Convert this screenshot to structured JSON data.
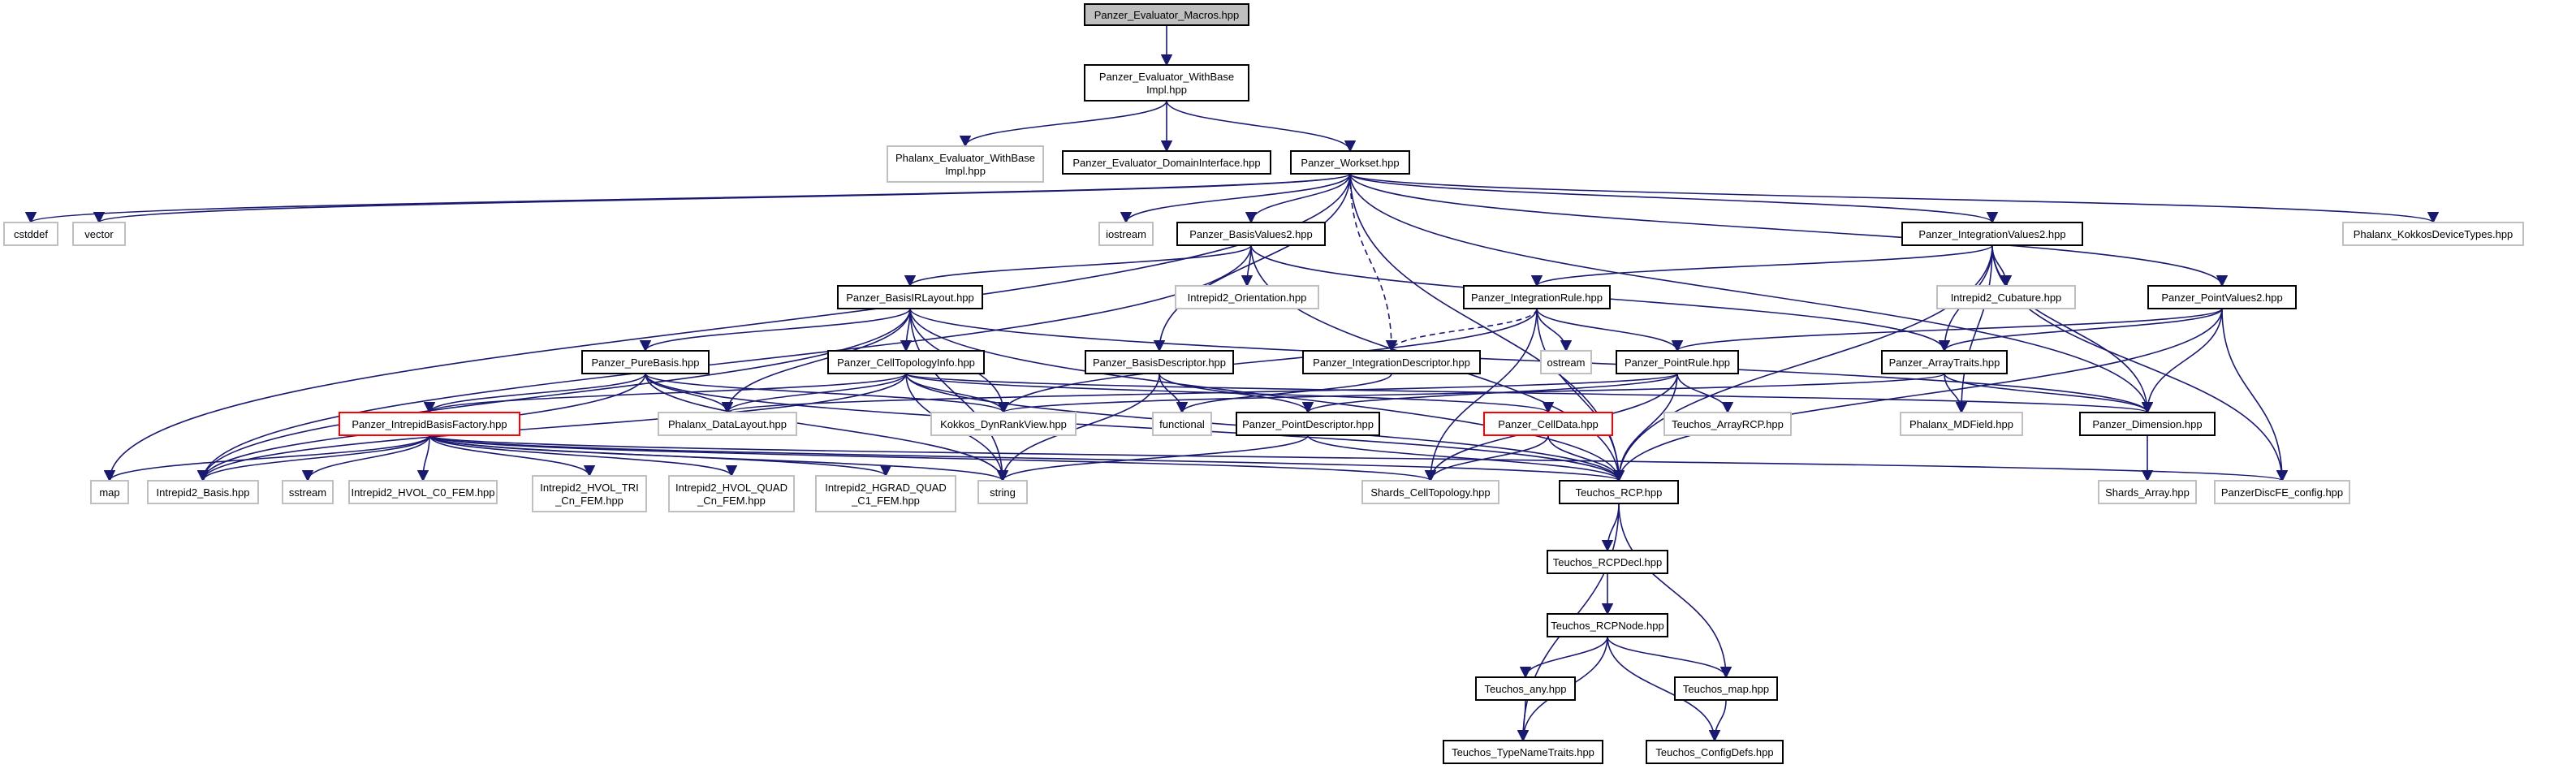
{
  "nodes": [
    {
      "id": "n0",
      "lines": [
        "Panzer_Evaluator_Macros.hpp"
      ],
      "kind": "root"
    },
    {
      "id": "n1",
      "lines": [
        "Panzer_Evaluator_WithBase",
        "Impl.hpp"
      ],
      "kind": "normal"
    },
    {
      "id": "n2",
      "lines": [
        "Phalanx_Evaluator_WithBase",
        "Impl.hpp"
      ],
      "kind": "external"
    },
    {
      "id": "n3",
      "lines": [
        "Panzer_Evaluator_DomainInterface.hpp"
      ],
      "kind": "normal"
    },
    {
      "id": "n4",
      "lines": [
        "Panzer_Workset.hpp"
      ],
      "kind": "normal"
    },
    {
      "id": "n5",
      "lines": [
        "cstddef"
      ],
      "kind": "external"
    },
    {
      "id": "n6",
      "lines": [
        "vector"
      ],
      "kind": "external"
    },
    {
      "id": "n7",
      "lines": [
        "iostream"
      ],
      "kind": "external"
    },
    {
      "id": "n8",
      "lines": [
        "Panzer_BasisValues2.hpp"
      ],
      "kind": "normal"
    },
    {
      "id": "n9",
      "lines": [
        "Panzer_IntegrationValues2.hpp"
      ],
      "kind": "normal"
    },
    {
      "id": "n10",
      "lines": [
        "Phalanx_KokkosDeviceTypes.hpp"
      ],
      "kind": "external"
    },
    {
      "id": "n11",
      "lines": [
        "Intrepid2_Orientation.hpp"
      ],
      "kind": "external"
    },
    {
      "id": "n12",
      "lines": [
        "Intrepid2_Cubature.hpp"
      ],
      "kind": "external"
    },
    {
      "id": "n13",
      "lines": [
        "Panzer_BasisIRLayout.hpp"
      ],
      "kind": "normal"
    },
    {
      "id": "n14",
      "lines": [
        "Panzer_IntegrationRule.hpp"
      ],
      "kind": "normal"
    },
    {
      "id": "n15",
      "lines": [
        "Panzer_PointValues2.hpp"
      ],
      "kind": "normal"
    },
    {
      "id": "n16",
      "lines": [
        "ostream"
      ],
      "kind": "external"
    },
    {
      "id": "n17",
      "lines": [
        "Panzer_PureBasis.hpp"
      ],
      "kind": "normal"
    },
    {
      "id": "n18",
      "lines": [
        "Panzer_CellTopologyInfo.hpp"
      ],
      "kind": "normal"
    },
    {
      "id": "n19",
      "lines": [
        "Panzer_BasisDescriptor.hpp"
      ],
      "kind": "normal"
    },
    {
      "id": "n20",
      "lines": [
        "Panzer_IntegrationDescriptor.hpp"
      ],
      "kind": "normal"
    },
    {
      "id": "n21",
      "lines": [
        "Panzer_PointRule.hpp"
      ],
      "kind": "normal"
    },
    {
      "id": "n22",
      "lines": [
        "Panzer_ArrayTraits.hpp"
      ],
      "kind": "normal"
    },
    {
      "id": "n23",
      "lines": [
        "Panzer_IntrepidBasisFactory.hpp"
      ],
      "kind": "truncated"
    },
    {
      "id": "n24",
      "lines": [
        "Phalanx_DataLayout.hpp"
      ],
      "kind": "external"
    },
    {
      "id": "n25",
      "lines": [
        "Kokkos_DynRankView.hpp"
      ],
      "kind": "external"
    },
    {
      "id": "n26",
      "lines": [
        "functional"
      ],
      "kind": "external"
    },
    {
      "id": "n27",
      "lines": [
        "Panzer_PointDescriptor.hpp"
      ],
      "kind": "normal"
    },
    {
      "id": "n28",
      "lines": [
        "Panzer_CellData.hpp"
      ],
      "kind": "truncated"
    },
    {
      "id": "n29",
      "lines": [
        "Teuchos_ArrayRCP.hpp"
      ],
      "kind": "external"
    },
    {
      "id": "n30",
      "lines": [
        "Phalanx_MDField.hpp"
      ],
      "kind": "external"
    },
    {
      "id": "n31",
      "lines": [
        "Panzer_Dimension.hpp"
      ],
      "kind": "normal"
    },
    {
      "id": "n32",
      "lines": [
        "map"
      ],
      "kind": "external"
    },
    {
      "id": "n33",
      "lines": [
        "Intrepid2_Basis.hpp"
      ],
      "kind": "external"
    },
    {
      "id": "n34",
      "lines": [
        "sstream"
      ],
      "kind": "external"
    },
    {
      "id": "n35",
      "lines": [
        "Intrepid2_HVOL_C0_FEM.hpp"
      ],
      "kind": "external"
    },
    {
      "id": "n36",
      "lines": [
        "Intrepid2_HVOL_TRI",
        "_Cn_FEM.hpp"
      ],
      "kind": "external"
    },
    {
      "id": "n37",
      "lines": [
        "Intrepid2_HVOL_QUAD",
        "_Cn_FEM.hpp"
      ],
      "kind": "external"
    },
    {
      "id": "n38",
      "lines": [
        "Intrepid2_HGRAD_QUAD",
        "_C1_FEM.hpp"
      ],
      "kind": "external"
    },
    {
      "id": "n39",
      "lines": [
        "string"
      ],
      "kind": "external"
    },
    {
      "id": "n40",
      "lines": [
        "Shards_CellTopology.hpp"
      ],
      "kind": "external"
    },
    {
      "id": "n41",
      "lines": [
        "Teuchos_RCP.hpp"
      ],
      "kind": "normal"
    },
    {
      "id": "n42",
      "lines": [
        "Shards_Array.hpp"
      ],
      "kind": "external"
    },
    {
      "id": "n43",
      "lines": [
        "PanzerDiscFE_config.hpp"
      ],
      "kind": "external"
    },
    {
      "id": "n44",
      "lines": [
        "Teuchos_RCPDecl.hpp"
      ],
      "kind": "normal"
    },
    {
      "id": "n45",
      "lines": [
        "Teuchos_RCPNode.hpp"
      ],
      "kind": "normal"
    },
    {
      "id": "n46",
      "lines": [
        "Teuchos_any.hpp"
      ],
      "kind": "normal"
    },
    {
      "id": "n47",
      "lines": [
        "Teuchos_map.hpp"
      ],
      "kind": "normal"
    },
    {
      "id": "n48",
      "lines": [
        "Teuchos_TypeNameTraits.hpp"
      ],
      "kind": "normal"
    },
    {
      "id": "n49",
      "lines": [
        "Teuchos_ConfigDefs.hpp"
      ],
      "kind": "normal"
    }
  ],
  "edges": [
    [
      "n0",
      "n1",
      0
    ],
    [
      "n1",
      "n2",
      0
    ],
    [
      "n1",
      "n3",
      0
    ],
    [
      "n1",
      "n4",
      0
    ],
    [
      "n4",
      "n5",
      0
    ],
    [
      "n4",
      "n6",
      0
    ],
    [
      "n4",
      "n7",
      0
    ],
    [
      "n4",
      "n8",
      0
    ],
    [
      "n4",
      "n9",
      0
    ],
    [
      "n4",
      "n10",
      0
    ],
    [
      "n4",
      "n32",
      0
    ],
    [
      "n4",
      "n19",
      0
    ],
    [
      "n4",
      "n20",
      1
    ],
    [
      "n4",
      "n15",
      0
    ],
    [
      "n4",
      "n31",
      0
    ],
    [
      "n4",
      "n41",
      0
    ],
    [
      "n8",
      "n11",
      0
    ],
    [
      "n8",
      "n13",
      0
    ],
    [
      "n8",
      "n33",
      0
    ],
    [
      "n8",
      "n22",
      0
    ],
    [
      "n8",
      "n41",
      0
    ],
    [
      "n9",
      "n12",
      0
    ],
    [
      "n9",
      "n14",
      0
    ],
    [
      "n9",
      "n22",
      0
    ],
    [
      "n9",
      "n31",
      0
    ],
    [
      "n9",
      "n30",
      0
    ],
    [
      "n9",
      "n43",
      0
    ],
    [
      "n9",
      "n41",
      0
    ],
    [
      "n13",
      "n17",
      0
    ],
    [
      "n13",
      "n18",
      0
    ],
    [
      "n13",
      "n24",
      0
    ],
    [
      "n13",
      "n25",
      0
    ],
    [
      "n13",
      "n31",
      0
    ],
    [
      "n13",
      "n33",
      0
    ],
    [
      "n13",
      "n39",
      0
    ],
    [
      "n13",
      "n41",
      0
    ],
    [
      "n14",
      "n16",
      0
    ],
    [
      "n14",
      "n20",
      1
    ],
    [
      "n14",
      "n21",
      0
    ],
    [
      "n14",
      "n25",
      0
    ],
    [
      "n14",
      "n40",
      0
    ],
    [
      "n14",
      "n41",
      0
    ],
    [
      "n15",
      "n21",
      0
    ],
    [
      "n15",
      "n22",
      0
    ],
    [
      "n15",
      "n31",
      0
    ],
    [
      "n15",
      "n43",
      0
    ],
    [
      "n15",
      "n41",
      0
    ],
    [
      "n17",
      "n23",
      0
    ],
    [
      "n17",
      "n24",
      0
    ],
    [
      "n17",
      "n25",
      0
    ],
    [
      "n17",
      "n33",
      0
    ],
    [
      "n17",
      "n39",
      0
    ],
    [
      "n17",
      "n41",
      0
    ],
    [
      "n18",
      "n23",
      0
    ],
    [
      "n18",
      "n24",
      0
    ],
    [
      "n18",
      "n25",
      0
    ],
    [
      "n18",
      "n28",
      0
    ],
    [
      "n18",
      "n31",
      0
    ],
    [
      "n18",
      "n39",
      0
    ],
    [
      "n18",
      "n41",
      0
    ],
    [
      "n18",
      "n33",
      0
    ],
    [
      "n19",
      "n26",
      0
    ],
    [
      "n19",
      "n27",
      0
    ],
    [
      "n19",
      "n39",
      0
    ],
    [
      "n20",
      "n26",
      0
    ],
    [
      "n21",
      "n27",
      0
    ],
    [
      "n21",
      "n29",
      0
    ],
    [
      "n21",
      "n40",
      0
    ],
    [
      "n21",
      "n41",
      0
    ],
    [
      "n21",
      "n24",
      0
    ],
    [
      "n22",
      "n30",
      0
    ],
    [
      "n22",
      "n31",
      0
    ],
    [
      "n22",
      "n25",
      0
    ],
    [
      "n23",
      "n32",
      0
    ],
    [
      "n23",
      "n33",
      0
    ],
    [
      "n23",
      "n34",
      0
    ],
    [
      "n23",
      "n35",
      0
    ],
    [
      "n23",
      "n36",
      0
    ],
    [
      "n23",
      "n37",
      0
    ],
    [
      "n23",
      "n38",
      0
    ],
    [
      "n23",
      "n39",
      0
    ],
    [
      "n23",
      "n40",
      0
    ],
    [
      "n23",
      "n41",
      0
    ],
    [
      "n23",
      "n43",
      0
    ],
    [
      "n27",
      "n39",
      0
    ],
    [
      "n27",
      "n41",
      0
    ],
    [
      "n28",
      "n40",
      0
    ],
    [
      "n28",
      "n41",
      0
    ],
    [
      "n31",
      "n42",
      0
    ],
    [
      "n41",
      "n44",
      0
    ],
    [
      "n41",
      "n48",
      0
    ],
    [
      "n41",
      "n47",
      0
    ],
    [
      "n44",
      "n45",
      0
    ],
    [
      "n45",
      "n46",
      0
    ],
    [
      "n45",
      "n47",
      0
    ],
    [
      "n45",
      "n48",
      0
    ],
    [
      "n45",
      "n49",
      0
    ],
    [
      "n46",
      "n48",
      0
    ],
    [
      "n47",
      "n49",
      0
    ]
  ],
  "colors": {
    "edge": "#191970",
    "normal_border": "#000000",
    "external_border": "#bfbfbf",
    "truncated_border": "#ff0000",
    "root_fill": "#bfbfbf",
    "fill": "#ffffff"
  }
}
